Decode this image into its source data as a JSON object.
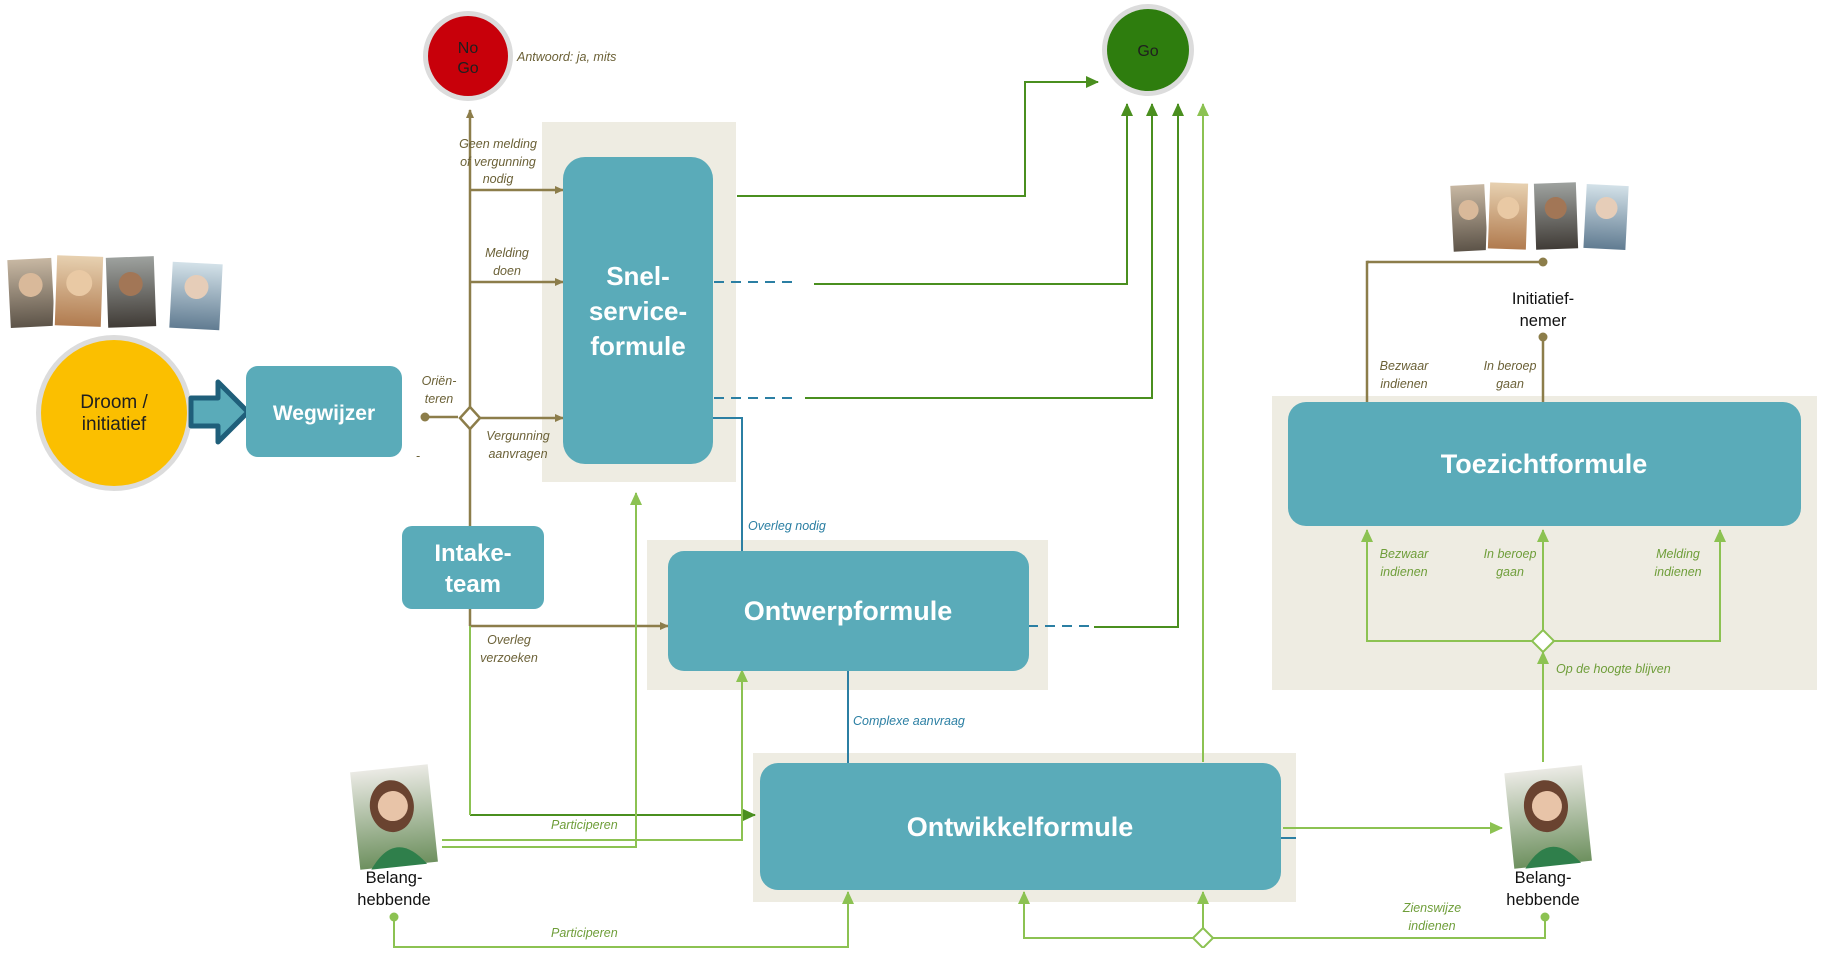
{
  "circles": {
    "nogo": {
      "label_line1": "No",
      "label_line2": "Go",
      "color": "#c8000a"
    },
    "go": {
      "label": "Go",
      "color": "#2e7d0e"
    },
    "droom": {
      "label_line1": "Droom /",
      "label_line2": "initiatief",
      "color": "#fbbf00"
    }
  },
  "boxes": {
    "wegwijzer": "Wegwijzer",
    "snelservice": {
      "line1": "Snel-",
      "line2": "service-",
      "line3": "formule"
    },
    "intake": {
      "line1": "Intake-",
      "line2": "team"
    },
    "ontwerp": "Ontwerpformule",
    "ontwikkel": "Ontwikkelformule",
    "toezicht": "Toezichtformule"
  },
  "labels": {
    "antwoord": "Antwoord: ja, mits",
    "geen_melding": [
      "Geen melding",
      "of vergunning",
      "nodig"
    ],
    "melding_doen": [
      "Melding",
      "doen"
    ],
    "orienteren": [
      "Oriën-",
      "teren"
    ],
    "vergunning": [
      "Vergunning",
      "aanvragen"
    ],
    "overleg_nodig": "Overleg nodig",
    "overleg_verzoeken": [
      "Overleg",
      "verzoeken"
    ],
    "complexe": "Complexe aanvraag",
    "participeren1": "Participeren",
    "participeren2": "Participeren",
    "zienswijze": [
      "Zienswijze",
      "indienen"
    ],
    "bezwaar_top": [
      "Bezwaar",
      "indienen"
    ],
    "inberoep_top": [
      "In beroep",
      "gaan"
    ],
    "bezwaar_bot": [
      "Bezwaar",
      "indienen"
    ],
    "inberoep_bot": [
      "In beroep",
      "gaan"
    ],
    "melding_indienen": [
      "Melding",
      "indienen"
    ],
    "op_de_hoogte": "Op de hoogte blijven",
    "dash_mark": "-"
  },
  "actors": {
    "initiatiefnemer": [
      "Initiatief-",
      "nemer"
    ],
    "belang_left": [
      "Belang-",
      "hebbende"
    ],
    "belang_right": [
      "Belang-",
      "hebbende"
    ]
  },
  "colors": {
    "teal": "#5aabb9",
    "panel": "#eeece2",
    "olive": "#8c7d4a",
    "green_dark": "#4a8f1f",
    "green_light": "#8cc252",
    "blue": "#2b7fa3",
    "arrow_navy": "#1f5f7a"
  }
}
